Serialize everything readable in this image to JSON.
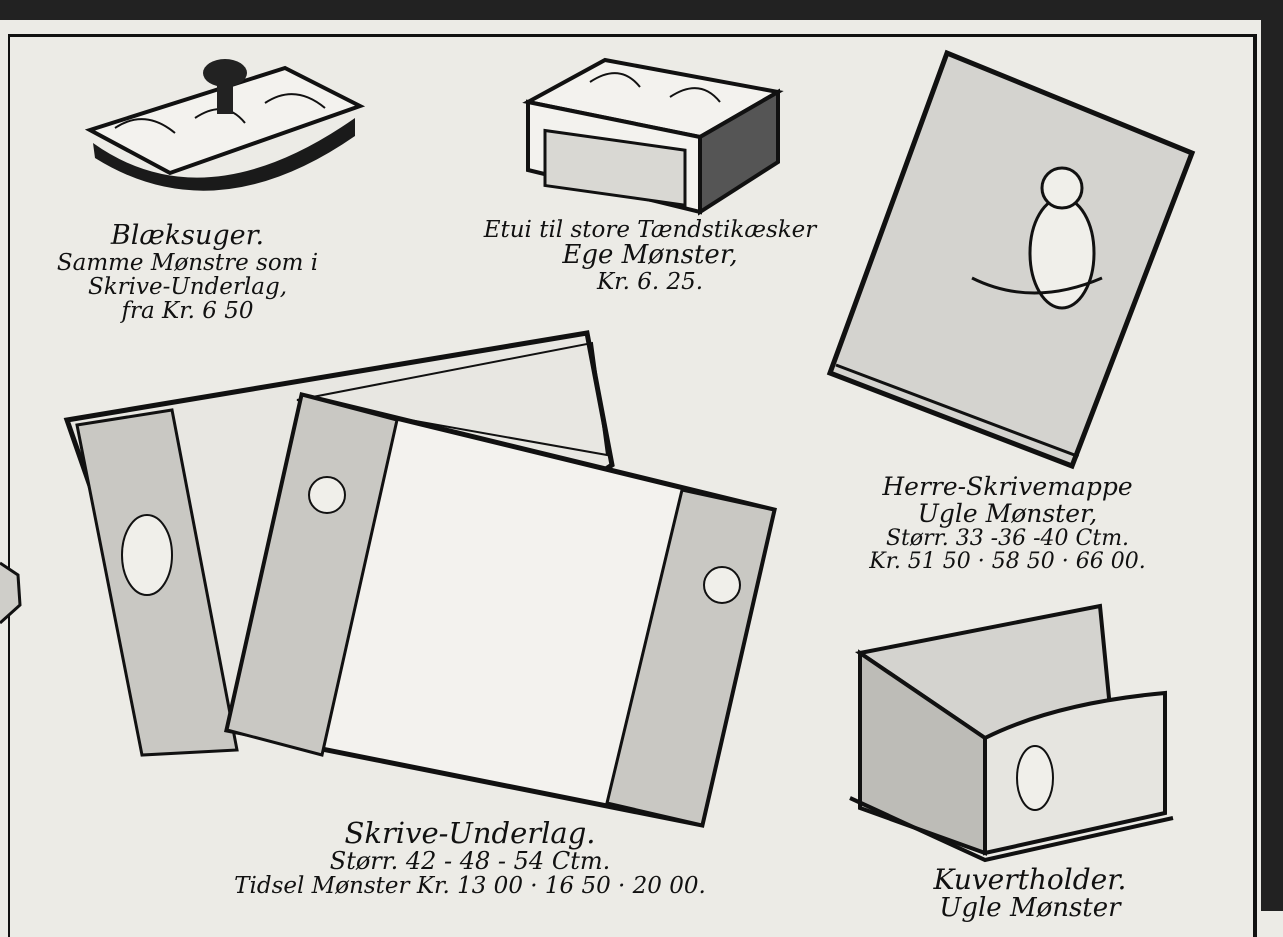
{
  "items": [
    {
      "id": "blaeksuger",
      "lines": [
        "Blæksuger.",
        "Samme Mønstre som i",
        "Skrive-Underlag,",
        "fra Kr. 6 50"
      ]
    },
    {
      "id": "etui",
      "lines": [
        "Etui til store Tændstikæsker",
        "Ege Mønster,",
        "Kr. 6. 25."
      ]
    },
    {
      "id": "skrivemappe",
      "lines": [
        "Herre-Skrivemappe",
        "Ugle Mønster,",
        "Størr. 33 -36 -40 Ctm.",
        "Kr. 51 50 · 58 50 · 66 00."
      ]
    },
    {
      "id": "underlag",
      "lines": [
        "Skrive-Underlag.",
        "Størr. 42 - 48 - 54 Ctm.",
        "Tidsel Mønster Kr. 13 00 · 16 50 · 20 00."
      ]
    },
    {
      "id": "kuvertholder",
      "lines": [
        "Kuvertholder.",
        "Ugle Mønster"
      ]
    }
  ]
}
